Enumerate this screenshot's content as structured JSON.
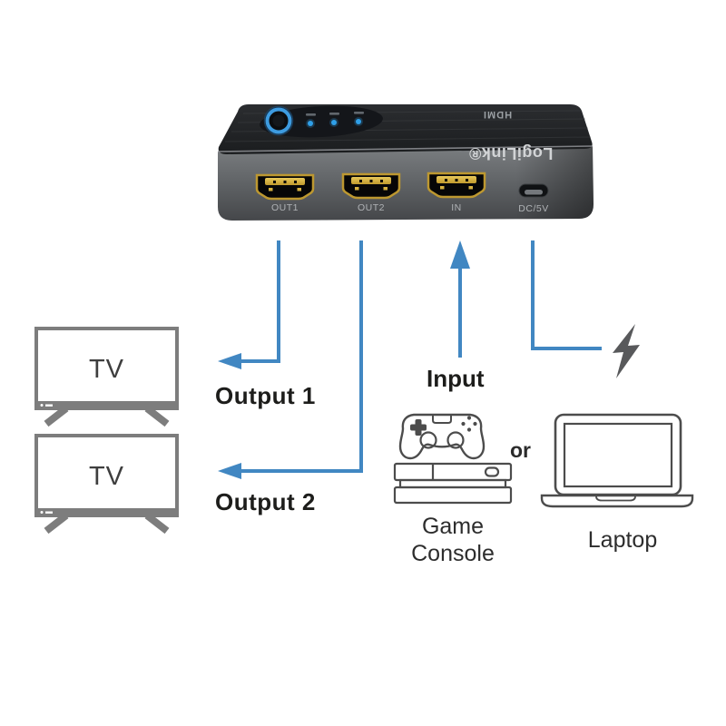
{
  "device": {
    "brand": "LogiLink®",
    "hdmi_label": "HDMI",
    "ports": {
      "out1": "OUT1",
      "out2": "OUT2",
      "in": "IN",
      "power": "DC/5V"
    }
  },
  "labels": {
    "output1": "Output 1",
    "output2": "Output 2",
    "input": "Input",
    "or": "or",
    "tv1": "TV",
    "tv2": "TV",
    "game_line1": "Game",
    "game_line2": "Console",
    "laptop": "Laptop"
  },
  "colors": {
    "arrow_blue": "#4187c2",
    "icon_outline": "#4c4c4c",
    "tv_frame": "#7d7d7d",
    "led_blue": "#2f9fe8",
    "button_ring": "#3d9be0",
    "port_gold": "#c9a43a",
    "bolt_gray": "#58595b",
    "text_dark": "#1d1d1b"
  }
}
